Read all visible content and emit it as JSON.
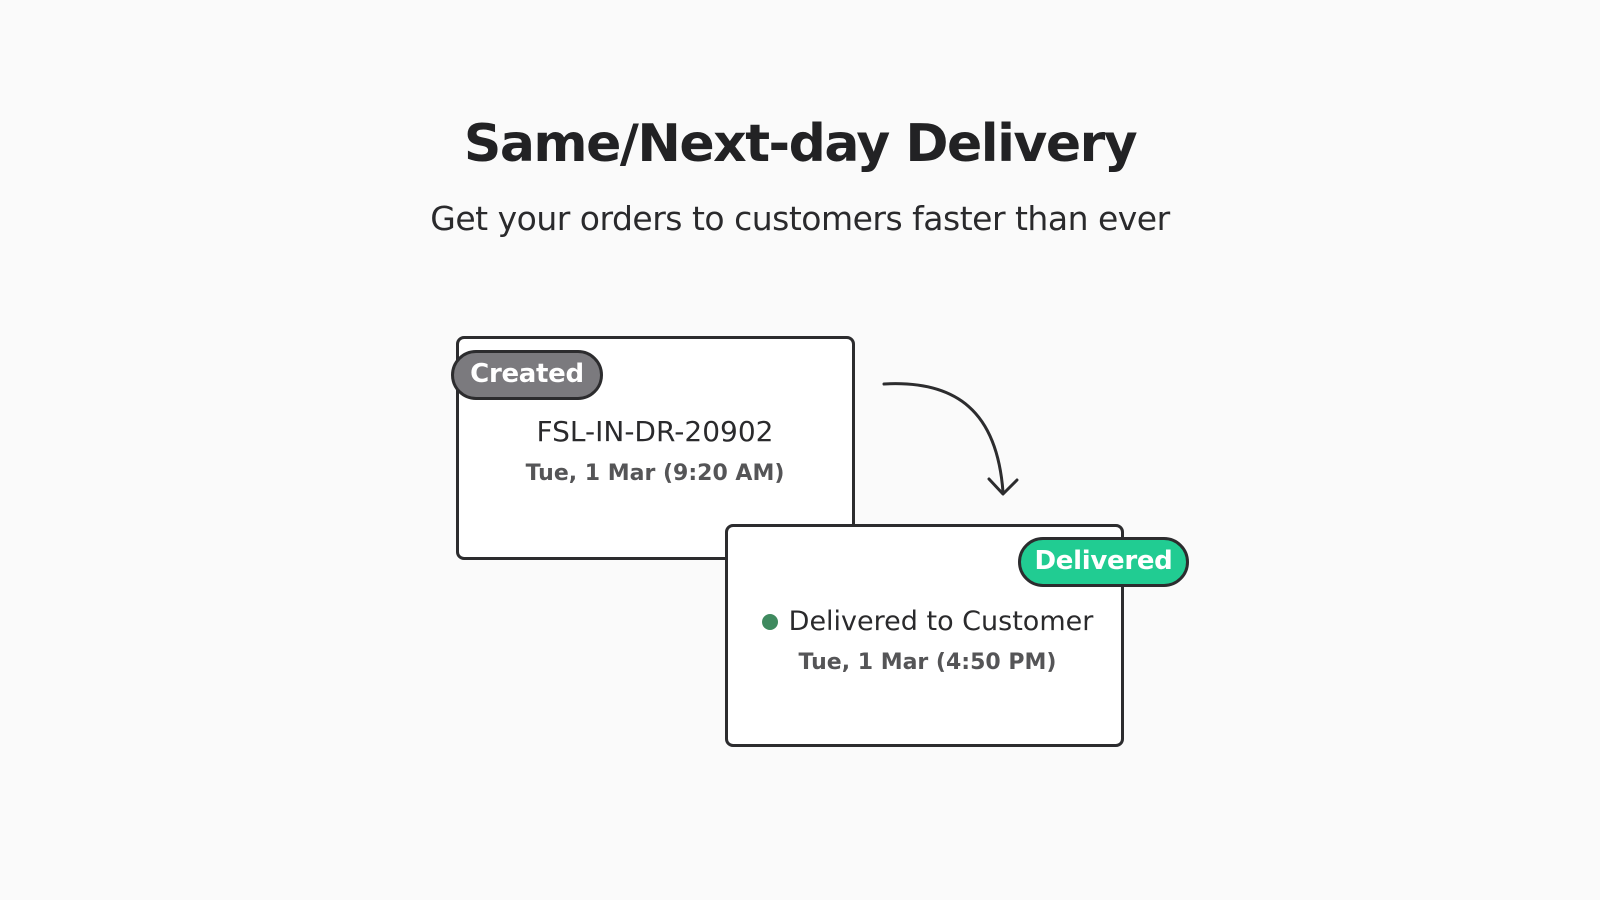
{
  "header": {
    "title": "Same/Next-day Delivery",
    "subtitle": "Get your orders to customers faster than ever"
  },
  "created_card": {
    "badge": "Created",
    "order_id": "FSL-IN-DR-20902",
    "timestamp": "Tue, 1 Mar (9:20 AM)"
  },
  "delivered_card": {
    "badge": "Delivered",
    "status": "Delivered to Customer",
    "timestamp": "Tue, 1 Mar (4:50 PM)"
  },
  "colors": {
    "background": "#fafafa",
    "created_badge": "#7b7a7e",
    "delivered_badge": "#21cc92",
    "status_dot": "#3f8a5f",
    "outline": "#2c2c2e"
  },
  "icons": {
    "flow": "curved-arrow-icon",
    "status": "status-dot-icon"
  }
}
